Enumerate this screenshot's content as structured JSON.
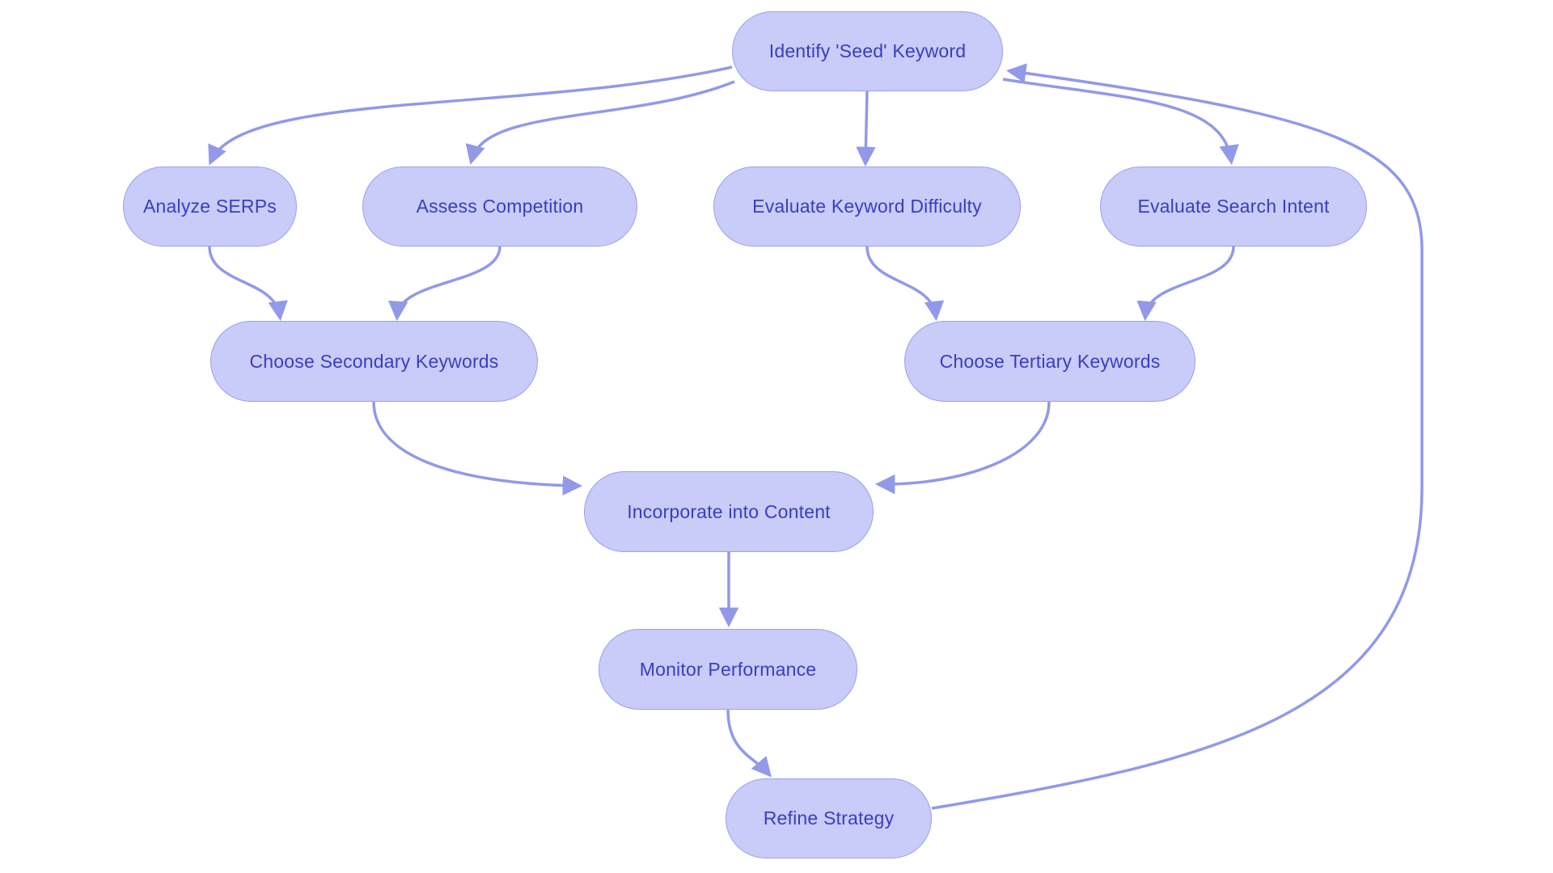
{
  "diagram": {
    "type": "flowchart",
    "background_color": "#ffffff",
    "node_fill_color": "#c9cbf8",
    "node_border_color": "#9aa1ee",
    "edge_color": "#9199e8",
    "text_color": "#3a3ec0",
    "nodes": [
      {
        "id": "identify-seed-keyword",
        "label": "Identify 'Seed' Keyword"
      },
      {
        "id": "analyze-serps",
        "label": "Analyze SERPs"
      },
      {
        "id": "assess-competition",
        "label": "Assess Competition"
      },
      {
        "id": "evaluate-keyword-difficulty",
        "label": "Evaluate Keyword Difficulty"
      },
      {
        "id": "evaluate-search-intent",
        "label": "Evaluate Search Intent"
      },
      {
        "id": "choose-secondary-keywords",
        "label": "Choose Secondary Keywords"
      },
      {
        "id": "choose-tertiary-keywords",
        "label": "Choose Tertiary Keywords"
      },
      {
        "id": "incorporate-into-content",
        "label": "Incorporate into Content"
      },
      {
        "id": "monitor-performance",
        "label": "Monitor Performance"
      },
      {
        "id": "refine-strategy",
        "label": "Refine Strategy"
      }
    ],
    "edges": [
      {
        "from": "identify-seed-keyword",
        "to": "analyze-serps"
      },
      {
        "from": "identify-seed-keyword",
        "to": "assess-competition"
      },
      {
        "from": "identify-seed-keyword",
        "to": "evaluate-keyword-difficulty"
      },
      {
        "from": "identify-seed-keyword",
        "to": "evaluate-search-intent"
      },
      {
        "from": "analyze-serps",
        "to": "choose-secondary-keywords"
      },
      {
        "from": "assess-competition",
        "to": "choose-secondary-keywords"
      },
      {
        "from": "evaluate-keyword-difficulty",
        "to": "choose-tertiary-keywords"
      },
      {
        "from": "evaluate-search-intent",
        "to": "choose-tertiary-keywords"
      },
      {
        "from": "choose-secondary-keywords",
        "to": "incorporate-into-content"
      },
      {
        "from": "choose-tertiary-keywords",
        "to": "incorporate-into-content"
      },
      {
        "from": "incorporate-into-content",
        "to": "monitor-performance"
      },
      {
        "from": "monitor-performance",
        "to": "refine-strategy"
      },
      {
        "from": "refine-strategy",
        "to": "identify-seed-keyword"
      }
    ]
  }
}
